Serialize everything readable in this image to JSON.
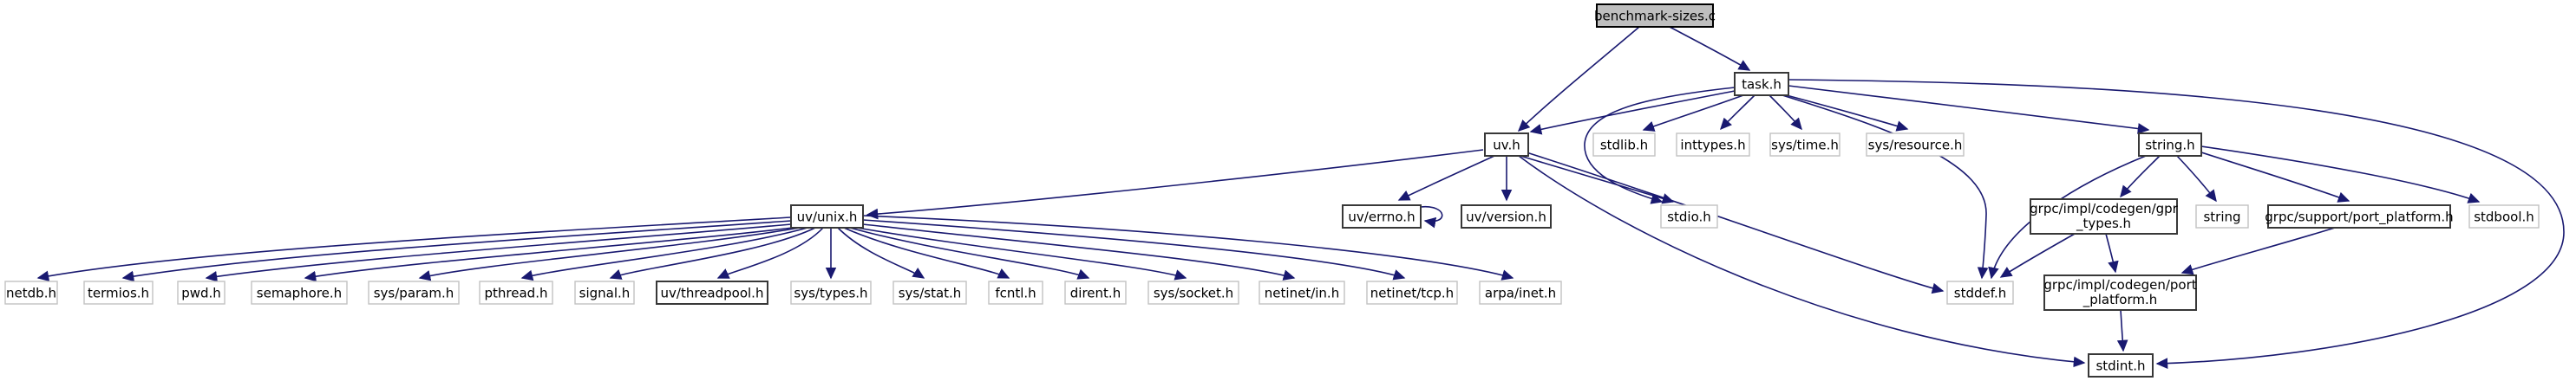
{
  "diagram": {
    "kind": "include-dependency-graph",
    "root_file": "benchmark-sizes.c",
    "colors": {
      "background": "#ffffff",
      "edge": "#191970",
      "node_fill": "#ffffff",
      "source_fill": "#bfbfbf",
      "source_border": "#000000",
      "linked_border": "#383838",
      "external_border": "#c2c2c2",
      "text": "#000000"
    },
    "nodes": [
      {
        "id": "benchmark_sizes_c",
        "label": "benchmark-sizes.c",
        "label_lines": [
          "benchmark-sizes.c"
        ],
        "type": "source"
      },
      {
        "id": "task_h",
        "label": "task.h",
        "label_lines": [
          "task.h"
        ],
        "type": "linked"
      },
      {
        "id": "uv_h",
        "label": "uv.h",
        "label_lines": [
          "uv.h"
        ],
        "type": "linked"
      },
      {
        "id": "stdlib_h",
        "label": "stdlib.h",
        "label_lines": [
          "stdlib.h"
        ],
        "type": "external"
      },
      {
        "id": "inttypes_h",
        "label": "inttypes.h",
        "label_lines": [
          "inttypes.h"
        ],
        "type": "external"
      },
      {
        "id": "sys_time_h",
        "label": "sys/time.h",
        "label_lines": [
          "sys/time.h"
        ],
        "type": "external"
      },
      {
        "id": "sys_resource_h",
        "label": "sys/resource.h",
        "label_lines": [
          "sys/resource.h"
        ],
        "type": "external"
      },
      {
        "id": "string_h",
        "label": "string.h",
        "label_lines": [
          "string.h"
        ],
        "type": "linked"
      },
      {
        "id": "uv_unix_h",
        "label": "uv/unix.h",
        "label_lines": [
          "uv/unix.h"
        ],
        "type": "linked"
      },
      {
        "id": "uv_errno_h",
        "label": "uv/errno.h",
        "label_lines": [
          "uv/errno.h"
        ],
        "type": "linked"
      },
      {
        "id": "uv_version_h",
        "label": "uv/version.h",
        "label_lines": [
          "uv/version.h"
        ],
        "type": "linked"
      },
      {
        "id": "stdio_h",
        "label": "stdio.h",
        "label_lines": [
          "stdio.h"
        ],
        "type": "external"
      },
      {
        "id": "gpr_types_h",
        "label": "grpc/impl/codegen/gpr_types.h",
        "label_lines": [
          "grpc/impl/codegen/gpr",
          "_types.h"
        ],
        "type": "linked"
      },
      {
        "id": "string",
        "label": "string",
        "label_lines": [
          "string"
        ],
        "type": "external"
      },
      {
        "id": "grpc_support_port_platform_h",
        "label": "grpc/support/port_platform.h",
        "label_lines": [
          "grpc/support/port_platform.h"
        ],
        "type": "linked"
      },
      {
        "id": "stdbool_h",
        "label": "stdbool.h",
        "label_lines": [
          "stdbool.h"
        ],
        "type": "external"
      },
      {
        "id": "netdb_h",
        "label": "netdb.h",
        "label_lines": [
          "netdb.h"
        ],
        "type": "external"
      },
      {
        "id": "termios_h",
        "label": "termios.h",
        "label_lines": [
          "termios.h"
        ],
        "type": "external"
      },
      {
        "id": "pwd_h",
        "label": "pwd.h",
        "label_lines": [
          "pwd.h"
        ],
        "type": "external"
      },
      {
        "id": "semaphore_h",
        "label": "semaphore.h",
        "label_lines": [
          "semaphore.h"
        ],
        "type": "external"
      },
      {
        "id": "sys_param_h",
        "label": "sys/param.h",
        "label_lines": [
          "sys/param.h"
        ],
        "type": "external"
      },
      {
        "id": "pthread_h",
        "label": "pthread.h",
        "label_lines": [
          "pthread.h"
        ],
        "type": "external"
      },
      {
        "id": "signal_h",
        "label": "signal.h",
        "label_lines": [
          "signal.h"
        ],
        "type": "external"
      },
      {
        "id": "uv_threadpool_h",
        "label": "uv/threadpool.h",
        "label_lines": [
          "uv/threadpool.h"
        ],
        "type": "linked"
      },
      {
        "id": "sys_types_h",
        "label": "sys/types.h",
        "label_lines": [
          "sys/types.h"
        ],
        "type": "external"
      },
      {
        "id": "sys_stat_h",
        "label": "sys/stat.h",
        "label_lines": [
          "sys/stat.h"
        ],
        "type": "external"
      },
      {
        "id": "fcntl_h",
        "label": "fcntl.h",
        "label_lines": [
          "fcntl.h"
        ],
        "type": "external"
      },
      {
        "id": "dirent_h",
        "label": "dirent.h",
        "label_lines": [
          "dirent.h"
        ],
        "type": "external"
      },
      {
        "id": "sys_socket_h",
        "label": "sys/socket.h",
        "label_lines": [
          "sys/socket.h"
        ],
        "type": "external"
      },
      {
        "id": "netinet_in_h",
        "label": "netinet/in.h",
        "label_lines": [
          "netinet/in.h"
        ],
        "type": "external"
      },
      {
        "id": "netinet_tcp_h",
        "label": "netinet/tcp.h",
        "label_lines": [
          "netinet/tcp.h"
        ],
        "type": "external"
      },
      {
        "id": "arpa_inet_h",
        "label": "arpa/inet.h",
        "label_lines": [
          "arpa/inet.h"
        ],
        "type": "external"
      },
      {
        "id": "stddef_h",
        "label": "stddef.h",
        "label_lines": [
          "stddef.h"
        ],
        "type": "external"
      },
      {
        "id": "grpc_impl_codegen_port_platform_h",
        "label": "grpc/impl/codegen/port_platform.h",
        "label_lines": [
          "grpc/impl/codegen/port",
          "_platform.h"
        ],
        "type": "linked"
      },
      {
        "id": "stdint_h",
        "label": "stdint.h",
        "label_lines": [
          "stdint.h"
        ],
        "type": "linked"
      }
    ],
    "edges": [
      {
        "from": "benchmark_sizes_c",
        "to": "task_h"
      },
      {
        "from": "benchmark_sizes_c",
        "to": "uv_h"
      },
      {
        "from": "task_h",
        "to": "uv_h"
      },
      {
        "from": "task_h",
        "to": "stdlib_h"
      },
      {
        "from": "task_h",
        "to": "inttypes_h"
      },
      {
        "from": "task_h",
        "to": "sys_time_h"
      },
      {
        "from": "task_h",
        "to": "sys_resource_h"
      },
      {
        "from": "task_h",
        "to": "string_h"
      },
      {
        "from": "task_h",
        "to": "stdio_h"
      },
      {
        "from": "task_h",
        "to": "stddef_h"
      },
      {
        "from": "task_h",
        "to": "stdint_h"
      },
      {
        "from": "uv_h",
        "to": "uv_unix_h"
      },
      {
        "from": "uv_h",
        "to": "uv_errno_h"
      },
      {
        "from": "uv_h",
        "to": "uv_version_h"
      },
      {
        "from": "uv_h",
        "to": "stdio_h"
      },
      {
        "from": "uv_h",
        "to": "stddef_h"
      },
      {
        "from": "uv_h",
        "to": "stdint_h"
      },
      {
        "from": "uv_errno_h",
        "to": "uv_errno_h"
      },
      {
        "from": "uv_unix_h",
        "to": "netdb_h"
      },
      {
        "from": "uv_unix_h",
        "to": "termios_h"
      },
      {
        "from": "uv_unix_h",
        "to": "pwd_h"
      },
      {
        "from": "uv_unix_h",
        "to": "semaphore_h"
      },
      {
        "from": "uv_unix_h",
        "to": "sys_param_h"
      },
      {
        "from": "uv_unix_h",
        "to": "pthread_h"
      },
      {
        "from": "uv_unix_h",
        "to": "signal_h"
      },
      {
        "from": "uv_unix_h",
        "to": "uv_threadpool_h"
      },
      {
        "from": "uv_unix_h",
        "to": "sys_types_h"
      },
      {
        "from": "uv_unix_h",
        "to": "sys_stat_h"
      },
      {
        "from": "uv_unix_h",
        "to": "fcntl_h"
      },
      {
        "from": "uv_unix_h",
        "to": "dirent_h"
      },
      {
        "from": "uv_unix_h",
        "to": "sys_socket_h"
      },
      {
        "from": "uv_unix_h",
        "to": "netinet_in_h"
      },
      {
        "from": "uv_unix_h",
        "to": "netinet_tcp_h"
      },
      {
        "from": "uv_unix_h",
        "to": "arpa_inet_h"
      },
      {
        "from": "string_h",
        "to": "stddef_h"
      },
      {
        "from": "string_h",
        "to": "gpr_types_h"
      },
      {
        "from": "string_h",
        "to": "string"
      },
      {
        "from": "string_h",
        "to": "grpc_support_port_platform_h"
      },
      {
        "from": "string_h",
        "to": "stdbool_h"
      },
      {
        "from": "gpr_types_h",
        "to": "stddef_h"
      },
      {
        "from": "gpr_types_h",
        "to": "grpc_impl_codegen_port_platform_h"
      },
      {
        "from": "grpc_support_port_platform_h",
        "to": "grpc_impl_codegen_port_platform_h"
      },
      {
        "from": "grpc_impl_codegen_port_platform_h",
        "to": "stdint_h"
      }
    ]
  }
}
